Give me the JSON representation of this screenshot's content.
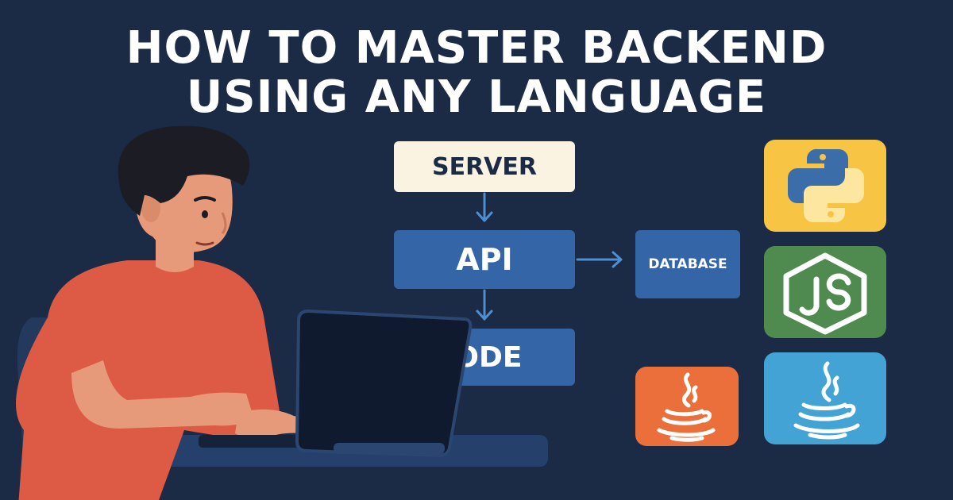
{
  "title": {
    "line1": "HOW TO MASTER BACKEND",
    "line2": "USING ANY LANGUAGE"
  },
  "diagram": {
    "server": "SERVER",
    "api": "API",
    "database": "DATABASE",
    "code": "CODE"
  },
  "icons": [
    "python-logo-icon",
    "nodejs-logo-icon",
    "java-logo-icon",
    "java-logo-icon"
  ],
  "colors": {
    "background": "#1b2a45",
    "blue_box": "#3466a7",
    "server_box": "#fbf3e2",
    "python_tile": "#f7c543",
    "node_tile": "#4f8a4e",
    "java_blue_tile": "#43a3d4",
    "java_orange_tile": "#ea6f3b",
    "shirt": "#dd5a44"
  }
}
